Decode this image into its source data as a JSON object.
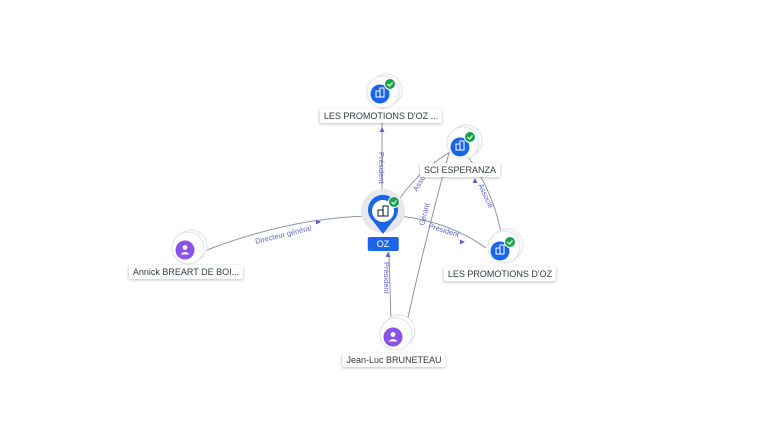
{
  "colors": {
    "company": "#1b66e8",
    "person": "#8a52e6",
    "check": "#16a34a",
    "edge": "#8f93a8",
    "edge_label": "#5a67c8"
  },
  "icons": {
    "company": "building-icon",
    "person": "person-icon",
    "verified": "check-badge-icon"
  },
  "nodes": {
    "center": {
      "label": "OZ"
    },
    "top_company": {
      "label": "LES PROMOTIONS D'OZ ..."
    },
    "sci": {
      "label": "SCI ESPERANZA"
    },
    "right_company": {
      "label": "LES PROMOTIONS D'OZ"
    },
    "left_person": {
      "label": "Annick BREART DE BOI..."
    },
    "bottom_person": {
      "label": "Jean-Luc BRUNETEAU"
    }
  },
  "edges": {
    "top": {
      "label": "Président"
    },
    "left": {
      "label": "Directeur général"
    },
    "sci_center": {
      "label": "Associé"
    },
    "center_right": {
      "label": "Président"
    },
    "bottom_sci": {
      "label": "Gérant"
    },
    "sci_right": {
      "label": "Associé"
    },
    "bottom": {
      "label": "Président"
    }
  }
}
